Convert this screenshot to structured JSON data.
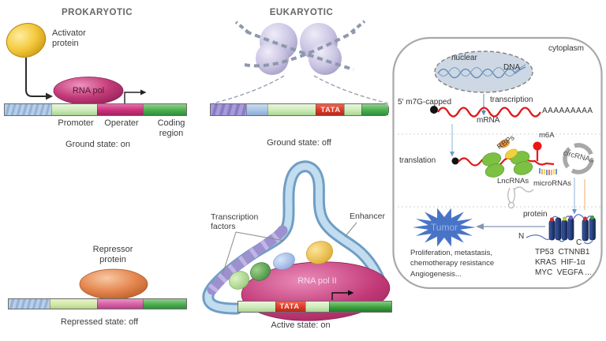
{
  "colors": {
    "mrna_red": "#e01818",
    "tumor_blue": "#4874c8",
    "activator_yellow": "#f2c83a",
    "repressor_orange": "#e4854e",
    "rna_pol_magenta": "#c23a78",
    "ribosome_green": "#7cc142",
    "dna_tube_blue": "#a9cbe8",
    "panel_border_gray": "#a8a8a8"
  },
  "prokaryotic": {
    "title": "PROKARYOTIC",
    "activator_label": "Activator\nprotein",
    "rna_pol_label": "RNA pol",
    "promoter_label": "Promoter",
    "operator_label": "Operater",
    "coding_label": "Coding\nregion",
    "state_label": "Ground state: on"
  },
  "eukaryotic": {
    "title": "EUKARYOTIC",
    "tata_label": "TATA",
    "state_label": "Ground state: off"
  },
  "repressed": {
    "repressor_label": "Repressor\nprotein",
    "state_label": "Repressed state: off"
  },
  "active": {
    "tf_label": "Transcription\nfactors",
    "enhancer_label": "Enhancer",
    "rna_pol2_label": "RNA pol II",
    "tata_label": "TATA",
    "state_label": "Active state: on"
  },
  "cell": {
    "cytoplasm_label": "cytoplasm",
    "nuclear_label": "nuclear",
    "dna_label": "DNA",
    "transcription_label": "transcription",
    "cap_label": "5' m7G-capped",
    "mrna_label": "mRNA",
    "polya_label": "AAAAAAAAA",
    "translation_label": "translation",
    "rbps_label": "RBPs",
    "m6a_label": "m6A",
    "circrna_label": "circRNAs",
    "lncrna_label": "LncRNAs",
    "mirna_label": "microRNAs",
    "tumor_label": "Tumor",
    "protein_label": "protein",
    "n_terminus": "N",
    "c_terminus": "C",
    "genes": "TP53  CTNNB1\nKRAS  HIF-1α\nMYC  VEGFA ...",
    "outcomes": "Proliferation, metastasis,\nchemotherapy resistance\nAngiogenesis..."
  }
}
